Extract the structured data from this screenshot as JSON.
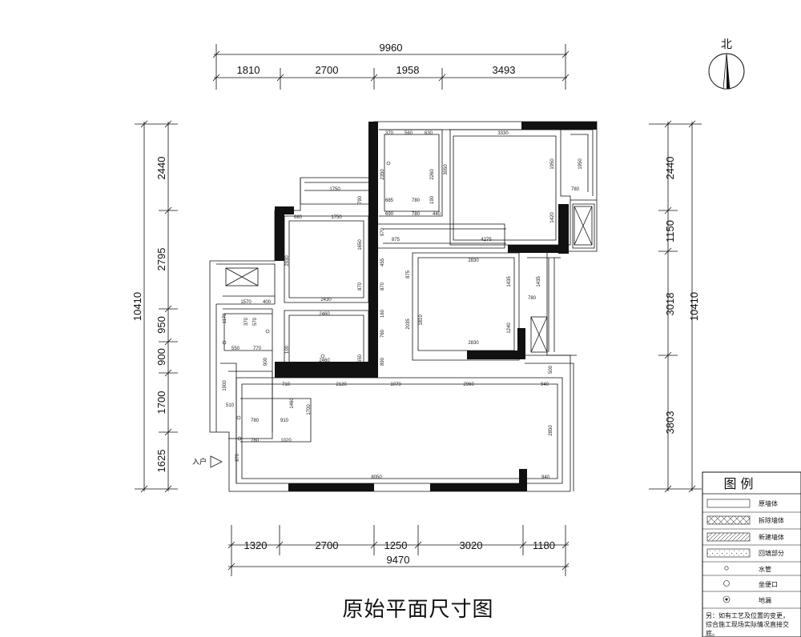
{
  "title": "原始平面尺寸图",
  "north": "北",
  "entrance": "入户",
  "top_dims": {
    "total": "9960",
    "segments": [
      "1810",
      "2700",
      "1958",
      "3493"
    ]
  },
  "bottom_dims": {
    "total": "9470",
    "segments": [
      "1320",
      "2700",
      "1250",
      "3020",
      "1180"
    ]
  },
  "left_dims": {
    "total": "10410",
    "segments": [
      "2440",
      "2795",
      "950",
      "900",
      "1700",
      "1625"
    ]
  },
  "right_dims": {
    "total": "10410",
    "segments": [
      "2440",
      "1150",
      "3018",
      "3803"
    ]
  },
  "room_dims": {
    "d370": "370",
    "d560": "560",
    "d630": "630",
    "d3330": "3330",
    "d2350": "2350",
    "d2260": "2260",
    "d3050": "3050",
    "d1950a": "1950",
    "d1950b": "1950",
    "d780a": "780",
    "d685": "685",
    "d780b": "780",
    "d190": "190",
    "d1750a": "1750",
    "d790": "790",
    "d680": "680",
    "d1750b": "1750",
    "d690": "690",
    "d780c": "780",
    "d440": "440",
    "d1420": "1420",
    "d970": "970",
    "d875a": "875",
    "d4275": "4275",
    "d2930": "2930",
    "d1650": "1650",
    "d455": "455",
    "d2830a": "2830",
    "d875b": "875",
    "d1435a": "1435",
    "d1435b": "1435",
    "d870a": "870",
    "d870b": "870",
    "d780d": "780",
    "d2430": "2430",
    "d1570": "1570",
    "d400": "400",
    "d1170": "1170",
    "d370b": "370",
    "d570": "570",
    "d2460a": "2460",
    "d160": "160",
    "d2035": "2035",
    "d1810": "1810",
    "d1240": "1240",
    "d760": "760",
    "d2830b": "2830",
    "d550": "550",
    "d770": "770",
    "d100": "100",
    "d2460b": "2460",
    "d650": "650",
    "d890": "890",
    "d900": "900",
    "d710": "710",
    "d2120": "2120",
    "d1070": "1070",
    "d2960": "2960",
    "d940a": "940",
    "d500": "500",
    "d1900": "1900",
    "d1460": "1460",
    "d510": "510",
    "d1700": "1700",
    "d780e": "780",
    "d910": "910",
    "d2850": "2850",
    "d780f": "780",
    "d1020": "1020",
    "d970b": "970",
    "d8050": "8050",
    "d940b": "940"
  },
  "legend": {
    "title": "图  例",
    "items": [
      {
        "label": "原墙体",
        "pattern": "plain"
      },
      {
        "label": "拆除墙体",
        "pattern": "cross"
      },
      {
        "label": "新建墙体",
        "pattern": "hatch"
      },
      {
        "label": "回填部分",
        "pattern": "dots"
      },
      {
        "label": "水管",
        "pattern": "small-circle"
      },
      {
        "label": "坐便口",
        "pattern": "circle"
      },
      {
        "label": "地漏",
        "pattern": "drain"
      }
    ],
    "note_line1": "另：如有工艺及位置的变更，",
    "note_line2": "综合施工现场实际情况直接交",
    "note_line3": "底。"
  }
}
